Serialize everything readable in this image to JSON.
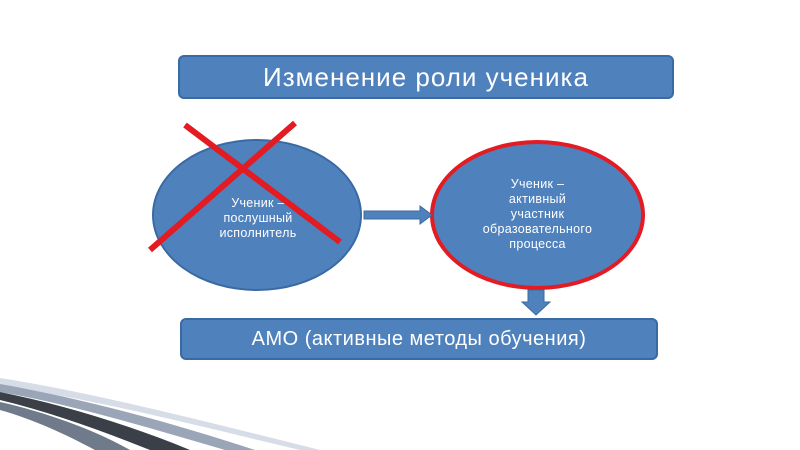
{
  "title": "Изменение роли ученика",
  "left_node": {
    "lines": [
      "Ученик –",
      "послушный",
      "исполнитель"
    ],
    "crossed_out": true
  },
  "right_node": {
    "lines": [
      "Ученик –",
      "активный",
      "участник",
      "образовательного",
      "процесса"
    ]
  },
  "bottom_box": "АМО (активные методы обучения)",
  "colors": {
    "box_fill": "#4f81bd",
    "box_border": "#3a6aa3",
    "cross": "#e31b23",
    "highlight_border": "#e31b23",
    "text": "#ffffff"
  }
}
